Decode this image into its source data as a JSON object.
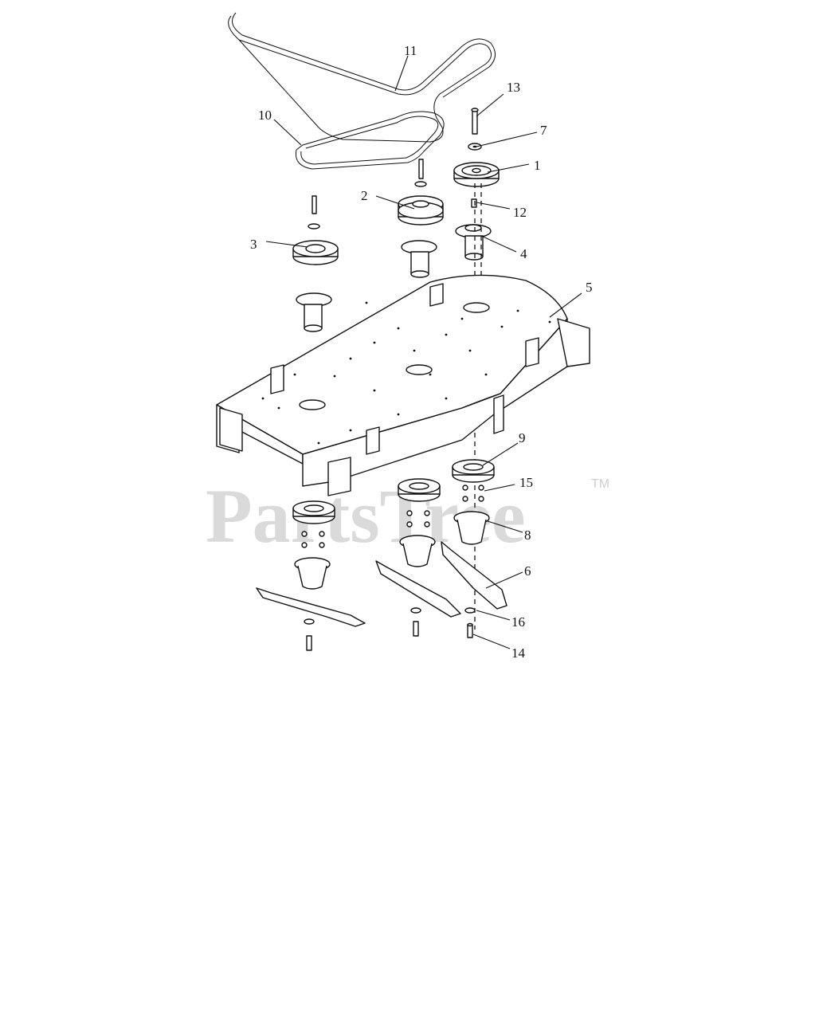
{
  "watermark": {
    "text": "PartsTree",
    "trademark": "TM"
  },
  "callouts": [
    {
      "id": "1",
      "label": "1"
    },
    {
      "id": "2",
      "label": "2"
    },
    {
      "id": "3",
      "label": "3"
    },
    {
      "id": "4",
      "label": "4"
    },
    {
      "id": "5",
      "label": "5"
    },
    {
      "id": "6",
      "label": "6"
    },
    {
      "id": "7",
      "label": "7"
    },
    {
      "id": "8",
      "label": "8"
    },
    {
      "id": "9",
      "label": "9"
    },
    {
      "id": "10",
      "label": "10"
    },
    {
      "id": "11",
      "label": "11"
    },
    {
      "id": "12",
      "label": "12"
    },
    {
      "id": "13",
      "label": "13"
    },
    {
      "id": "14",
      "label": "14"
    },
    {
      "id": "15",
      "label": "15"
    },
    {
      "id": "16",
      "label": "16"
    }
  ]
}
